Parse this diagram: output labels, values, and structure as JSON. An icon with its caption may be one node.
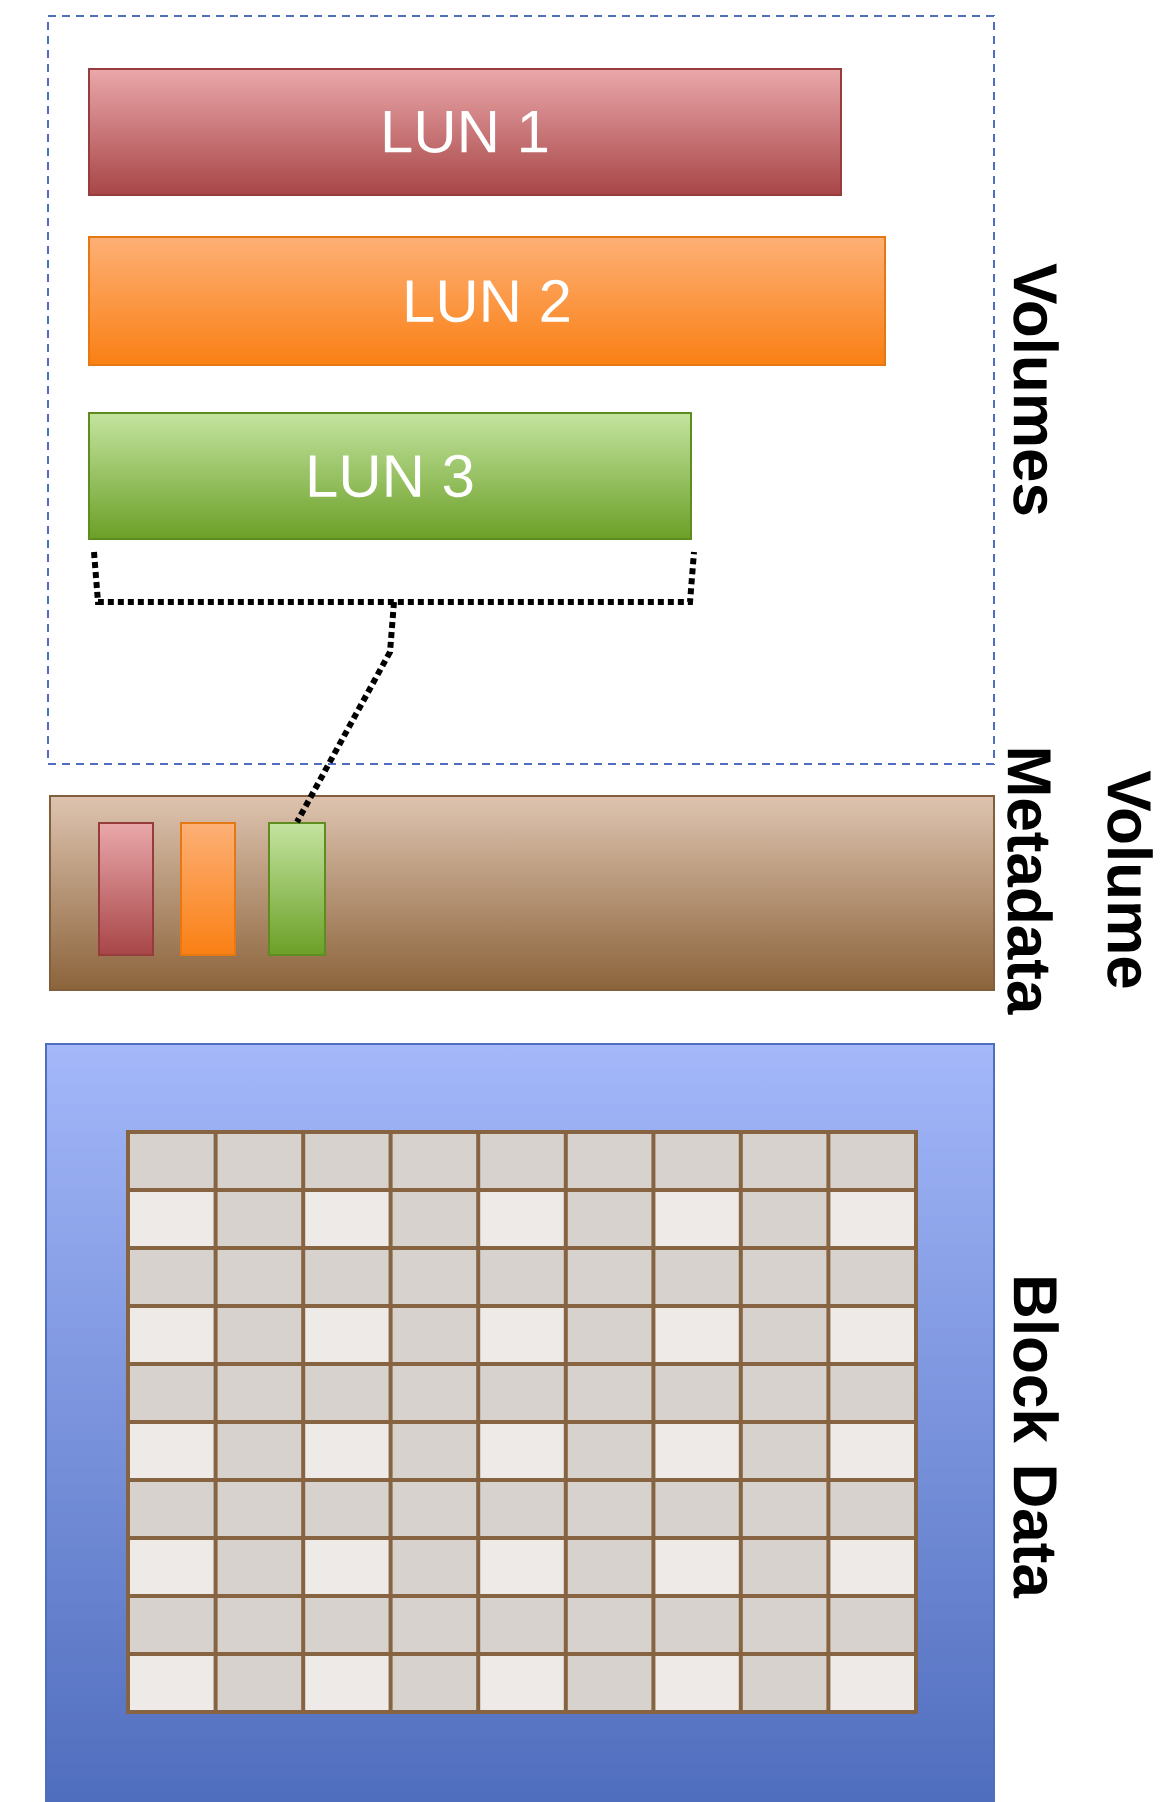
{
  "diagram": {
    "nodes": [
      {
        "text": [
          "Volumes"
        ]
      },
      {
        "text": [
          "LUN 1"
        ],
        "in": 0
      },
      {
        "text": [
          "LUN 2"
        ],
        "in": 0
      },
      {
        "text": [
          "LUN 3"
        ],
        "in": 0
      },
      {
        "text": [
          "Volume Metadata"
        ]
      },
      {
        "text": [],
        "shape": "box",
        "in": 4
      },
      {
        "text": [],
        "shape": "box",
        "in": 4
      },
      {
        "text": [],
        "shape": "box",
        "in": 4
      },
      {
        "text": [
          "Block Data"
        ]
      }
    ],
    "edges": [
      {
        "from": 3,
        "to": 7,
        "arrow": "none",
        "style": "dashed"
      }
    ]
  }
}
